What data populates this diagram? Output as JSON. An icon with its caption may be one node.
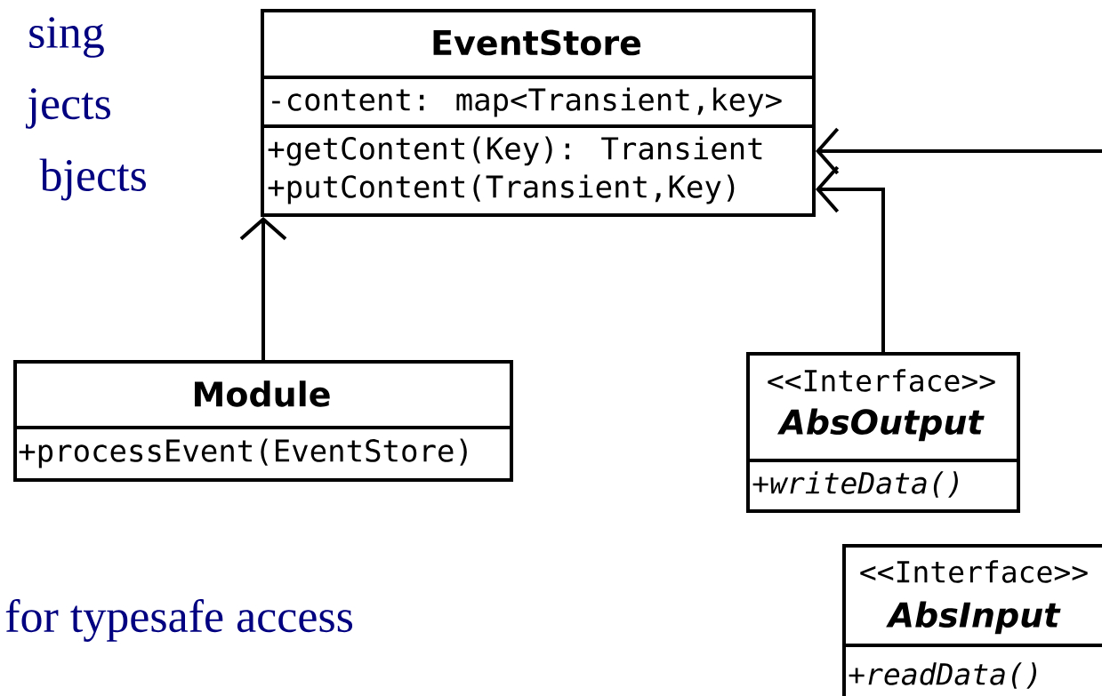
{
  "diagram": {
    "nodes": [
      {
        "text": [
          "EventStore",
          "-content: map<Transient,key>",
          "+getContent(Key): Transient",
          "+putContent(Transient,Key)"
        ]
      },
      {
        "text": [
          "Module",
          "+processEvent(EventStore)"
        ]
      },
      {
        "text": [
          "<<Interface>>",
          "AbsOutput",
          "+writeData()"
        ]
      },
      {
        "text": [
          "<<Interface>>",
          "AbsInput",
          "+readData()"
        ]
      }
    ],
    "edges": [
      {
        "from": 1,
        "to": 0,
        "arrow": "to"
      },
      {
        "from": 2,
        "to": 0,
        "arrow": "to"
      },
      {
        "from": null,
        "to": 0,
        "arrow": "to"
      }
    ],
    "labels": [
      "sing",
      "jects",
      "bjects",
      "for typesafe access"
    ]
  }
}
